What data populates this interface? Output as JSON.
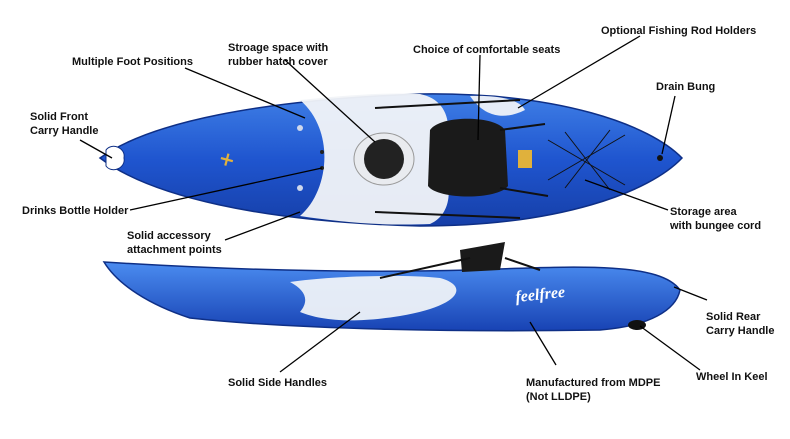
{
  "labels": {
    "foot_positions": "Multiple Foot Positions",
    "storage_hatch": [
      "Stroage space with",
      "rubber hatch cover"
    ],
    "seats": "Choice of comfortable seats",
    "rod_holders": "Optional Fishing Rod Holders",
    "drain_bung": "Drain Bung",
    "front_handle": [
      "Solid Front",
      "Carry Handle"
    ],
    "bottle_holder": "Drinks Bottle Holder",
    "accessory_points": [
      "Solid accessory",
      "attachment points"
    ],
    "bungee_storage": [
      "Storage area",
      "with bungee cord"
    ],
    "rear_handle": [
      "Solid Rear",
      "Carry Handle"
    ],
    "side_handles": "Solid Side Handles",
    "material": [
      "Manufactured from MDPE",
      "(Not LLDPE)"
    ],
    "wheel": "Wheel In Keel"
  },
  "logo_text": "feelfree",
  "colors": {
    "hull_blue": "#1f55cf",
    "hull_light": "#3f7fe6",
    "white_swirl": "#f2f4f8",
    "seat": "#1a1a1a",
    "hatch": "#222222",
    "leader": "#000000"
  }
}
